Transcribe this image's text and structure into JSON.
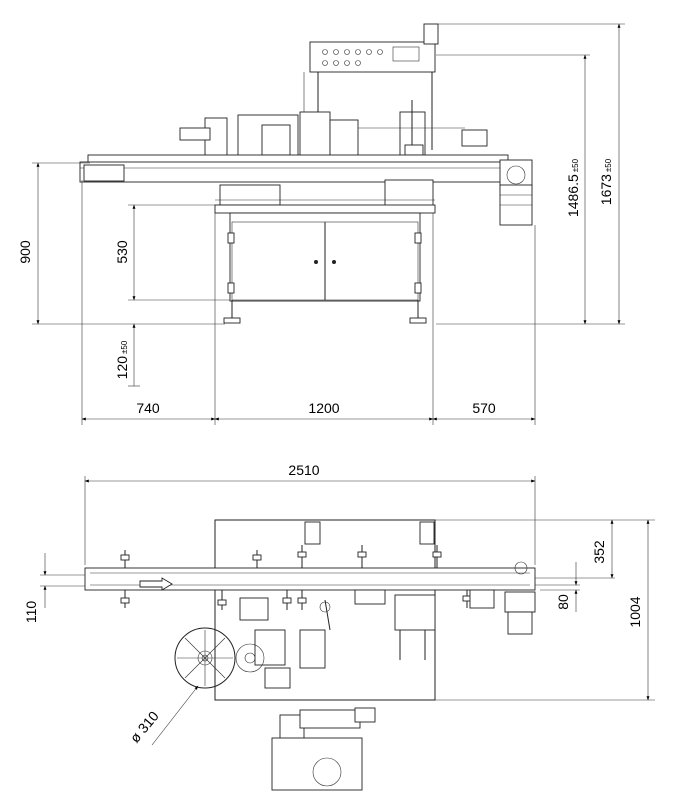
{
  "front_view": {
    "dimensions": {
      "width_left": "740",
      "width_middle": "1200",
      "width_right": "570",
      "height_table": "900",
      "height_cabinet": "530",
      "height_feet": "120",
      "height_feet_tol": "±50",
      "height_conveyor": "1486.5",
      "height_conveyor_tol": "±50",
      "height_total": "1673",
      "height_total_tol": "±50"
    }
  },
  "top_view": {
    "dimensions": {
      "total_length": "2510",
      "conveyor_width": "110",
      "offset_top": "352",
      "offset_bottom": "80",
      "total_depth": "1004",
      "roll_diameter": "ø 310"
    }
  }
}
